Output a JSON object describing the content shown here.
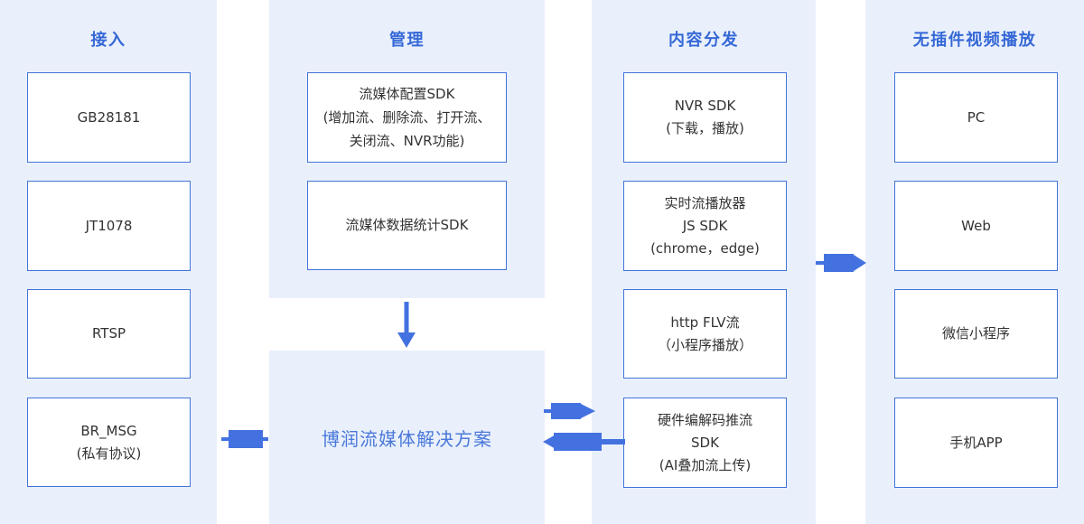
{
  "colors": {
    "panel_bg": "#e9f0fc",
    "box_bg": "#ffffff",
    "box_border": "#4273d9",
    "title_text": "#3568d6",
    "box_text": "#333333",
    "arrow": "#4372e0",
    "solution_text": "#4a78d9"
  },
  "columns": [
    {
      "title": "接入",
      "boxes": [
        {
          "lines": [
            "GB28181"
          ]
        },
        {
          "lines": [
            "JT1078"
          ]
        },
        {
          "lines": [
            "RTSP"
          ]
        },
        {
          "lines": [
            "BR_MSG",
            "(私有协议)"
          ]
        }
      ]
    },
    {
      "title": "管理",
      "boxes": [
        {
          "lines": [
            "流媒体配置SDK",
            "(增加流、删除流、打开流、",
            "关闭流、NVR功能)"
          ]
        },
        {
          "lines": [
            "流媒体数据统计SDK"
          ]
        }
      ],
      "solution": "博润流媒体解决方案"
    },
    {
      "title": "内容分发",
      "boxes": [
        {
          "lines": [
            "NVR SDK",
            "(下载，播放)"
          ]
        },
        {
          "lines": [
            "实时流播放器",
            "JS SDK",
            "(chrome，edge)"
          ]
        },
        {
          "lines": [
            "http FLV流",
            "（小程序播放）"
          ]
        },
        {
          "lines": [
            "硬件编解码推流",
            "SDK",
            "(AI叠加流上传)"
          ]
        }
      ]
    },
    {
      "title": "无插件视频播放",
      "boxes": [
        {
          "lines": [
            "PC"
          ]
        },
        {
          "lines": [
            "Web"
          ]
        },
        {
          "lines": [
            "微信小程序"
          ]
        },
        {
          "lines": [
            "手机APP"
          ]
        }
      ]
    }
  ],
  "arrows": [
    {
      "name": "access-to-solution",
      "direction": "right"
    },
    {
      "name": "management-to-solution",
      "direction": "down"
    },
    {
      "name": "solution-to-distribution",
      "direction": "right"
    },
    {
      "name": "distribution-to-solution",
      "direction": "left"
    },
    {
      "name": "distribution-to-playback",
      "direction": "right"
    }
  ]
}
